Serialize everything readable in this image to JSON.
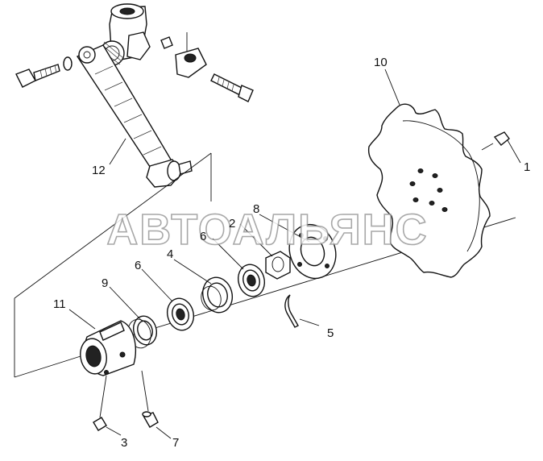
{
  "watermark": "АВТОАЛЬЯНС",
  "callouts": {
    "c1": "1",
    "c2": "2",
    "c3": "3",
    "c4": "4",
    "c5": "5",
    "c6a": "6",
    "c6b": "6",
    "c7": "7",
    "c8": "8",
    "c9": "9",
    "c10": "10",
    "c11": "11",
    "c12": "12"
  }
}
